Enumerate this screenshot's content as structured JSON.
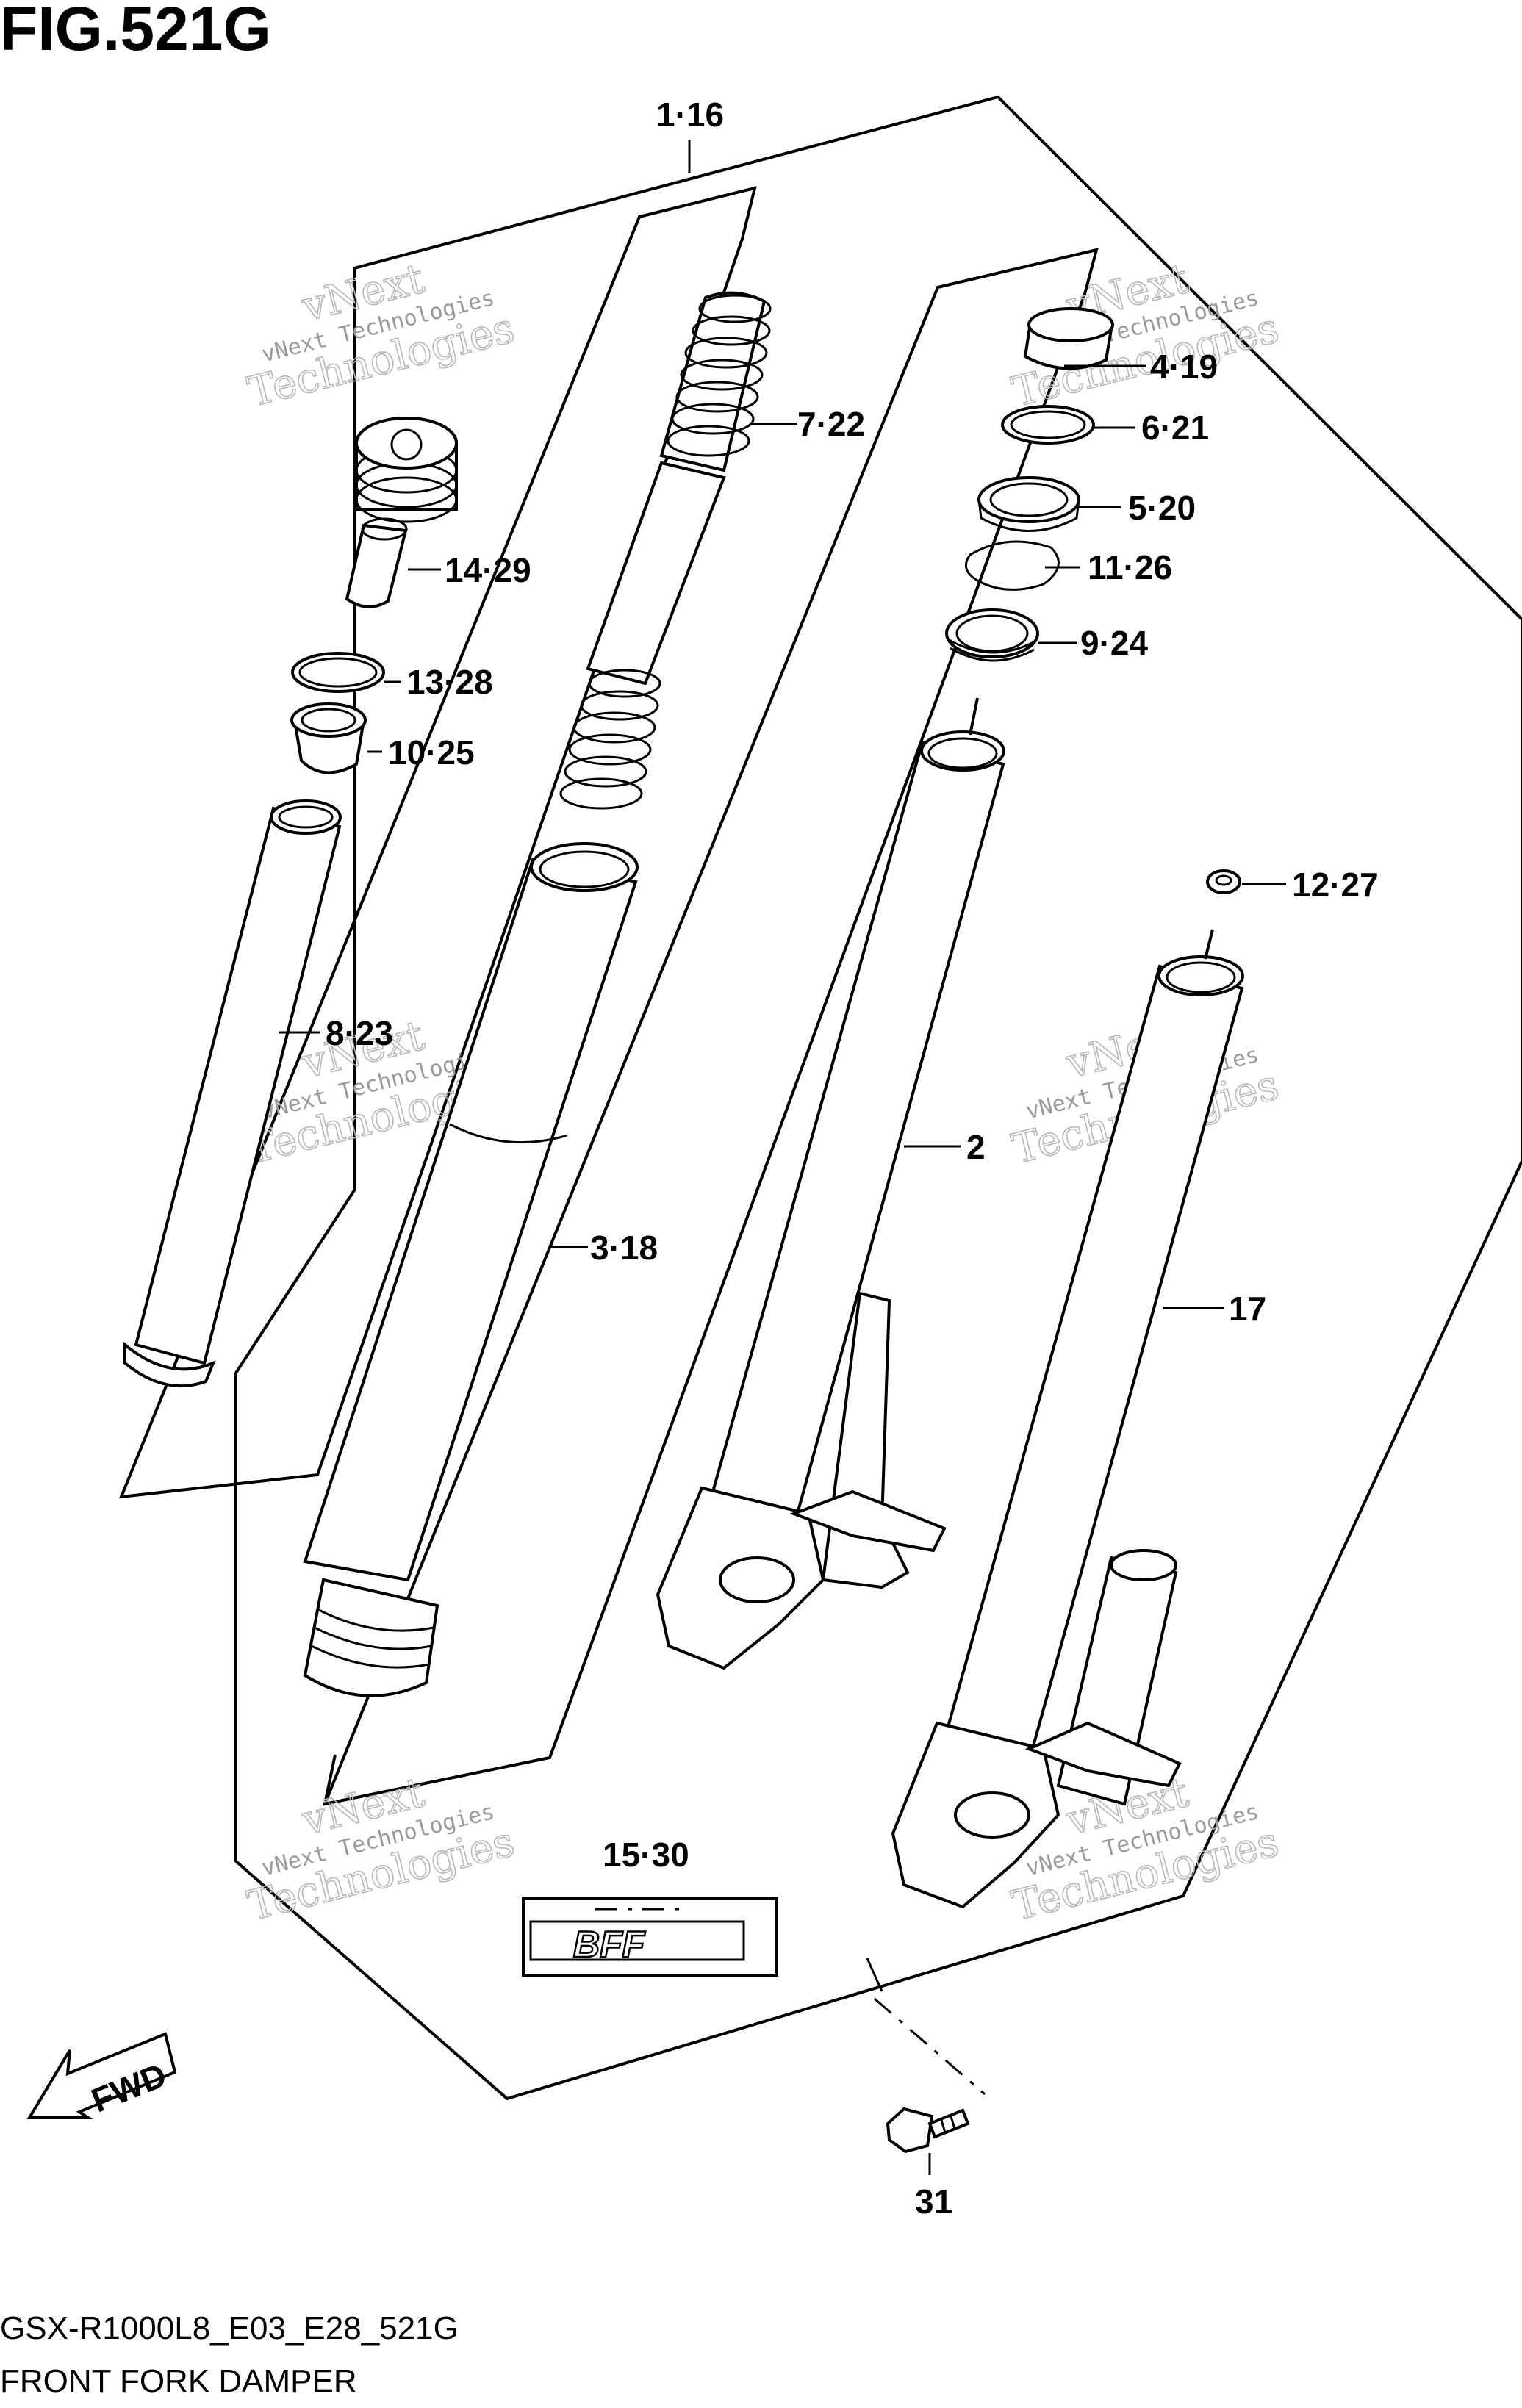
{
  "figure_title": "FIG.521G",
  "model_code": "GSX-R1000L8_E03_E28_521G",
  "diagram_title": "FRONT FORK DAMPER",
  "watermark": {
    "line1": "vNext Technologies",
    "line2": "vNext",
    "line3": "Technologies"
  },
  "fwd_label": "FWD",
  "emblem_text": "BFF",
  "callouts": {
    "c1": "1·16",
    "c2": "2",
    "c3": "3·18",
    "c4": "4·19",
    "c5": "5·20",
    "c6": "6·21",
    "c7": "7·22",
    "c8": "8·23",
    "c9": "9·24",
    "c10": "10·25",
    "c11": "11·26",
    "c12": "12·27",
    "c13": "13·28",
    "c14": "14·29",
    "c15": "15·30",
    "c17": "17",
    "c31": "31"
  }
}
